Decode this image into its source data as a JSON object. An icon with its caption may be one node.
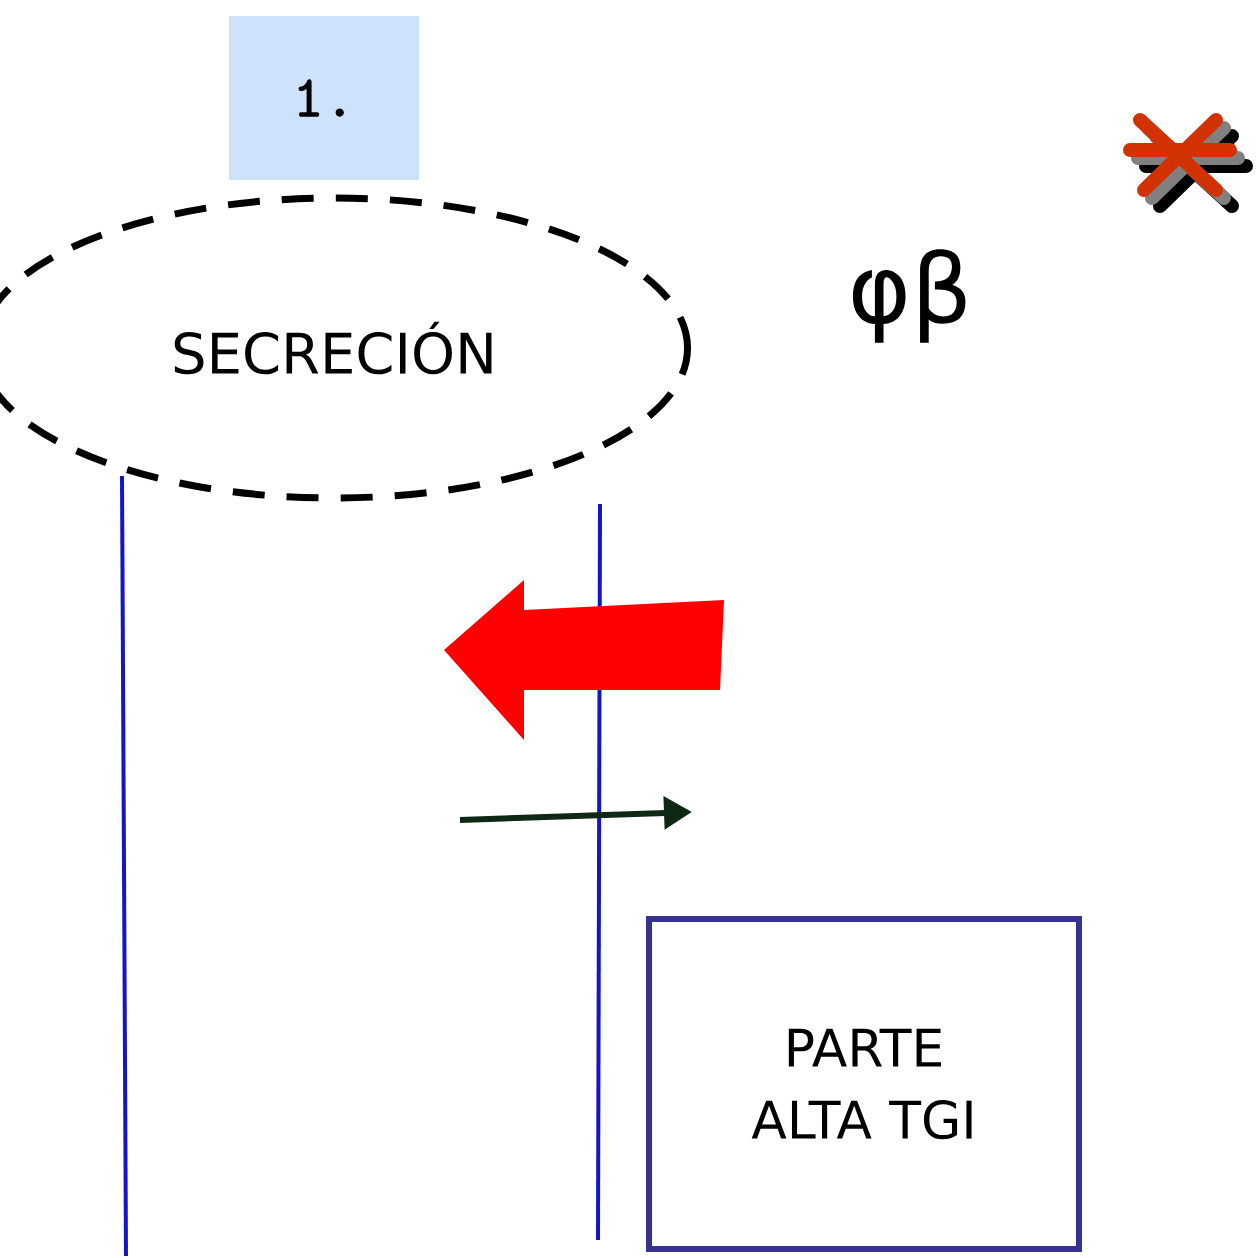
{
  "diagram": {
    "nodes": [
      {
        "text": [
          "1."
        ]
      },
      {
        "text": [
          "SECRECIÓN"
        ]
      },
      {
        "text": [
          "PARTE ALTA TGI"
        ]
      }
    ],
    "labels": [
      "φβ"
    ]
  }
}
